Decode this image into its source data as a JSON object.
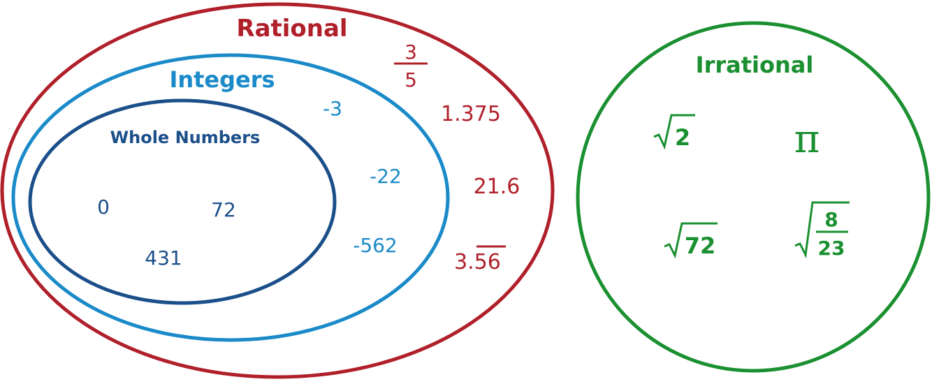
{
  "colors": {
    "rational": "#b0202a",
    "integers": "#1a8ac8",
    "whole": "#1b4f8a",
    "irrational": "#1a9030"
  },
  "rational": {
    "title": "Rational",
    "fraction": {
      "numerator": "3",
      "denominator": "5"
    },
    "values": [
      "1.375",
      "21.6"
    ],
    "repeating": {
      "whole": "3.",
      "repeat": "56"
    }
  },
  "integers": {
    "title": "Integers",
    "values": [
      "-3",
      "-22",
      "-562"
    ]
  },
  "whole": {
    "title": "Whole Numbers",
    "values": [
      "0",
      "72",
      "431"
    ]
  },
  "irrational": {
    "title": "Irrational",
    "sqrt2": "2",
    "pi": "π",
    "sqrt72": "72",
    "sqrt_frac": {
      "numerator": "8",
      "denominator": "23"
    }
  }
}
